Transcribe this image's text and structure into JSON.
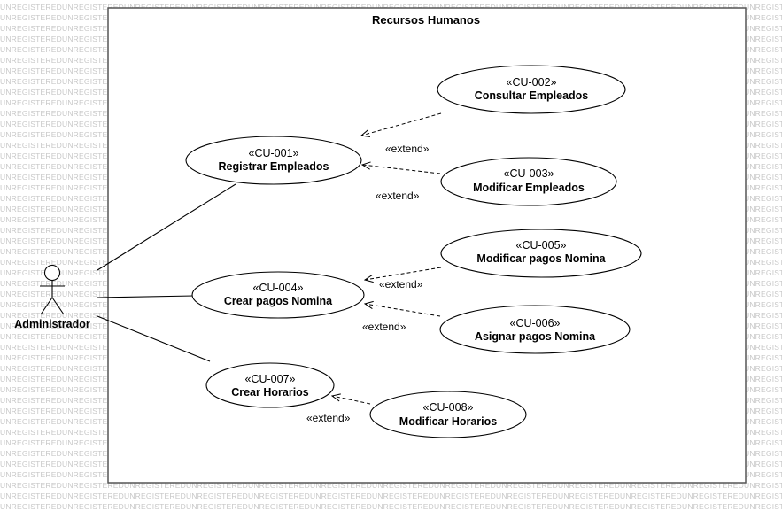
{
  "watermark": "UNREGISTERED",
  "system": {
    "title": "Recursos Humanos"
  },
  "actor": {
    "name": "Administrador"
  },
  "use_cases": [
    {
      "id": "«CU-001»",
      "name": "Registrar Empleados"
    },
    {
      "id": "«CU-002»",
      "name": "Consultar Empleados"
    },
    {
      "id": "«CU-003»",
      "name": "Modificar Empleados"
    },
    {
      "id": "«CU-004»",
      "name": "Crear pagos Nomina"
    },
    {
      "id": "«CU-005»",
      "name": "Modificar pagos Nomina"
    },
    {
      "id": "«CU-006»",
      "name": "Asignar pagos Nomina"
    },
    {
      "id": "«CU-007»",
      "name": "Crear Horarios"
    },
    {
      "id": "«CU-008»",
      "name": "Modificar Horarios"
    }
  ],
  "relations": [
    {
      "type": "association",
      "from": "Administrador",
      "to": "«CU-001»"
    },
    {
      "type": "association",
      "from": "Administrador",
      "to": "«CU-004»"
    },
    {
      "type": "association",
      "from": "Administrador",
      "to": "«CU-007»"
    },
    {
      "type": "extend",
      "from": "«CU-002»",
      "to": "«CU-001»",
      "label": "«extend»"
    },
    {
      "type": "extend",
      "from": "«CU-003»",
      "to": "«CU-001»",
      "label": "«extend»"
    },
    {
      "type": "extend",
      "from": "«CU-005»",
      "to": "«CU-004»",
      "label": "«extend»"
    },
    {
      "type": "extend",
      "from": "«CU-006»",
      "to": "«CU-004»",
      "label": "«extend»"
    },
    {
      "type": "extend",
      "from": "«CU-008»",
      "to": "«CU-007»",
      "label": "«extend»"
    }
  ]
}
